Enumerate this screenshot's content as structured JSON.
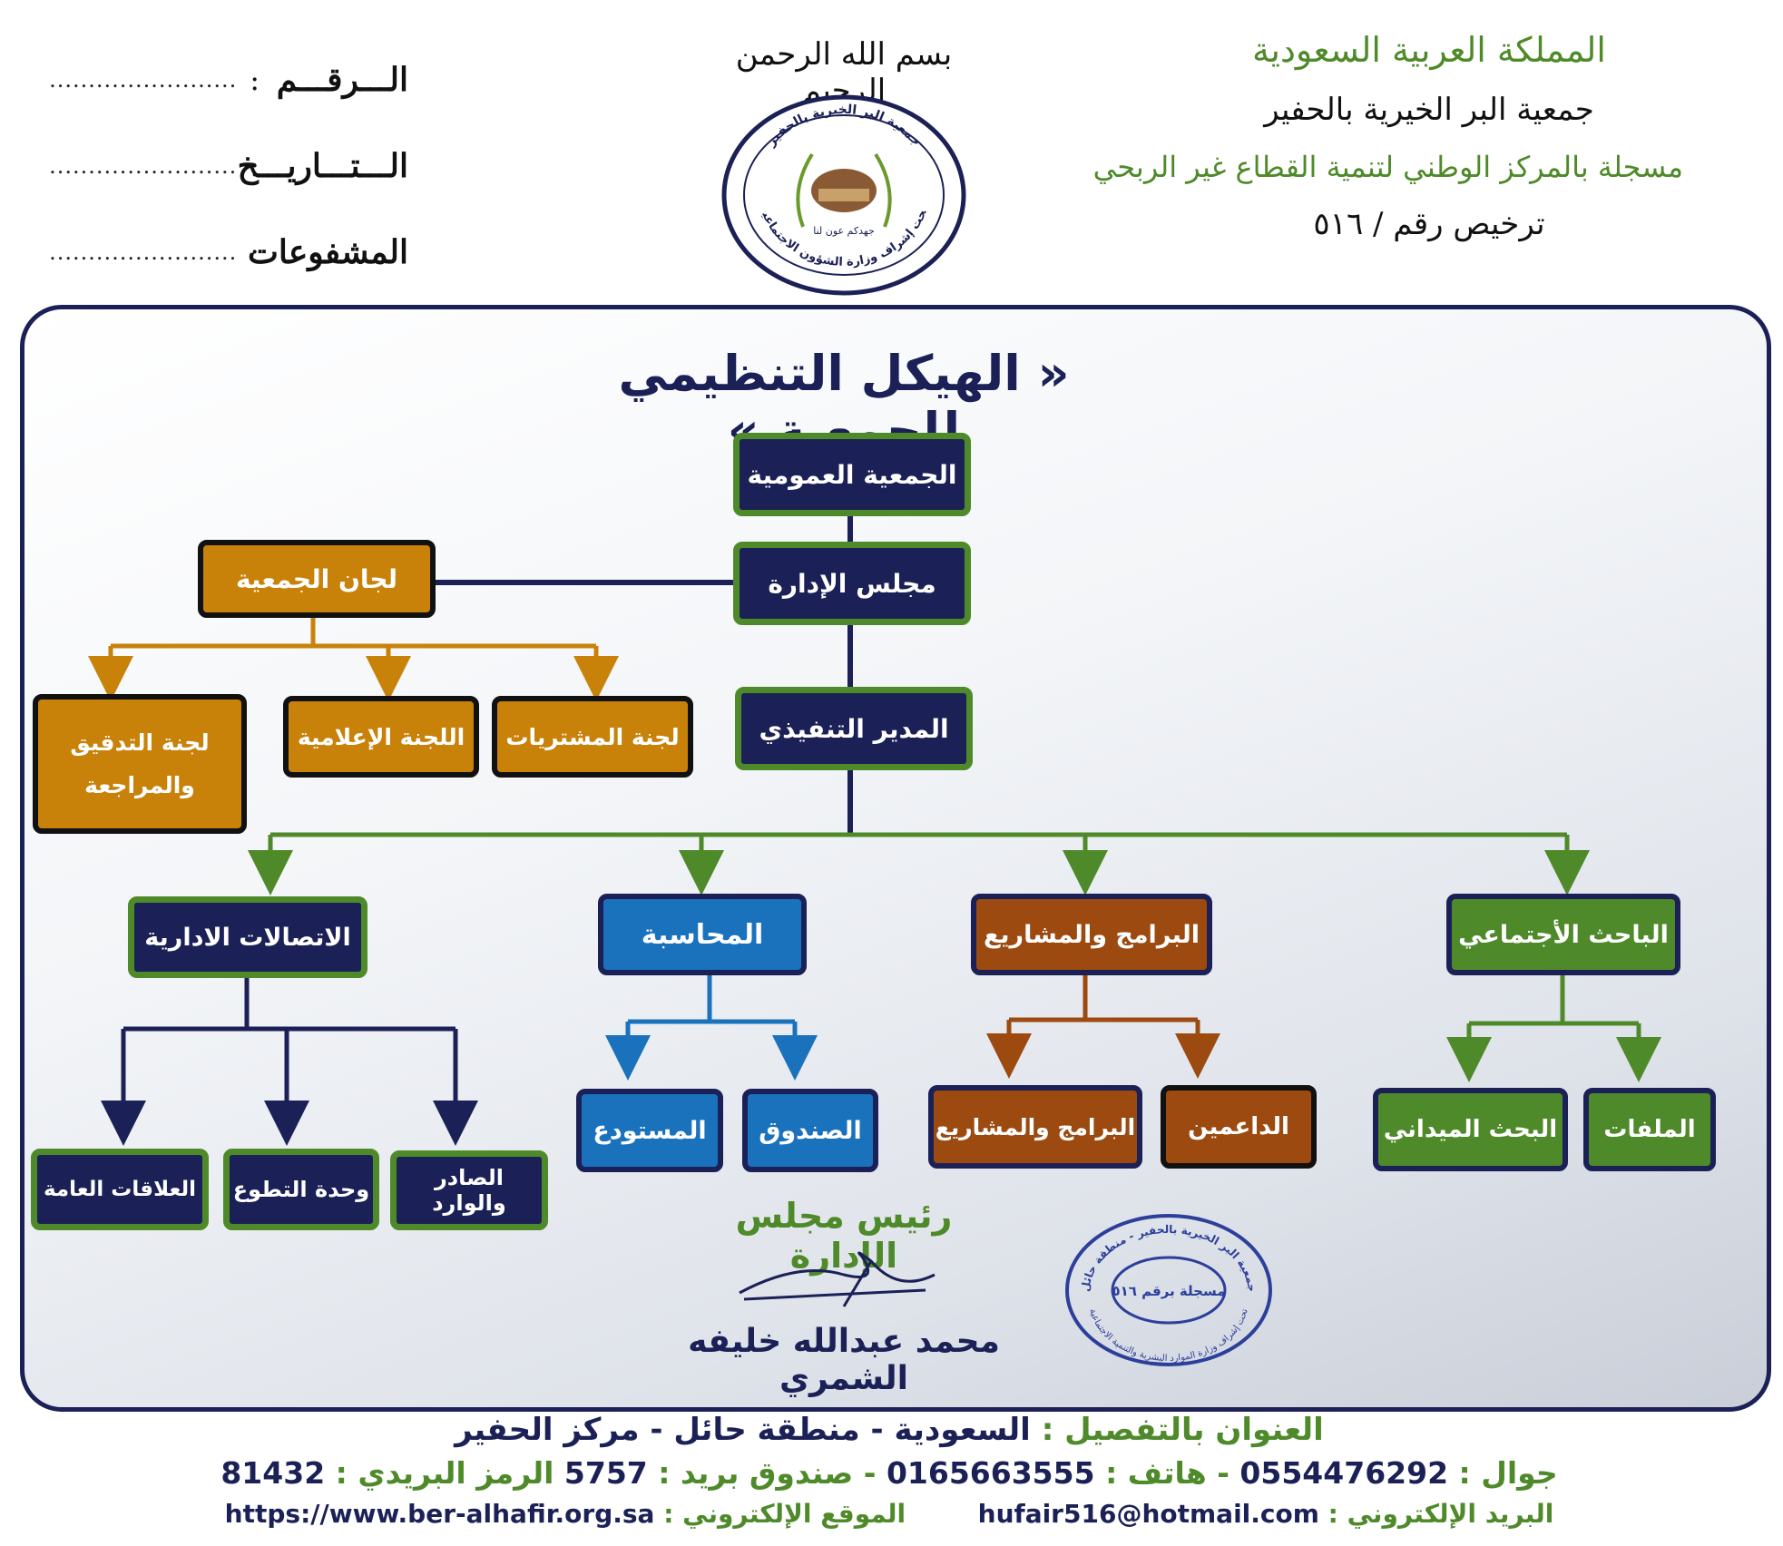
{
  "header": {
    "right": {
      "line1": "المملكة العربية السعودية",
      "line2": "جمعية البر الخيرية بالحفير",
      "line3": "مسجلة بالمركز الوطني لتنمية القطاع غير الربحي",
      "line4": "ترخيص رقم / ٥١٦"
    },
    "basmala": "بسم الله الرحمن الرحيم",
    "logo": {
      "top_text": "جمعية البر الخيرية بالحفير",
      "bottom_text": "تحت إشراف وزارة الشؤون الاجتماعية",
      "motto": "جهدكم عون لنا"
    },
    "left": {
      "number_label": "الـــرقـــم",
      "date_label": "الـــتـــاريـــخ",
      "attachments_label": "المشفوعات",
      "colon": ":",
      "dots": "........................"
    }
  },
  "chart": {
    "title": "« الهيكل التنظيمي للجمعية »",
    "general_assembly": "الجمعية العمومية",
    "board": "مجلس الإدارة",
    "committees": "لجان الجمعية",
    "committee_items": [
      "لجنة المشتريات",
      "اللجنة الإعلامية",
      "لجنة التدقيق والمراجعة"
    ],
    "executive_director": "المدير التنفيذي",
    "departments": {
      "social": "الباحث الأجتماعي",
      "programs": "البرامج والمشاريع",
      "accounting": "المحاسبة",
      "admin_comm": "الاتصالات الادارية"
    },
    "social_items": [
      "الملفات",
      "البحث الميداني"
    ],
    "programs_items": [
      "الداعمين",
      "البرامج والمشاريع"
    ],
    "accounting_items": [
      "الصندوق",
      "المستودع"
    ],
    "admin_items": [
      "الصادر والوارد",
      "وحدة التطوع",
      "العلاقات العامة"
    ]
  },
  "signature": {
    "title": "رئيس مجلس الإدارة",
    "name": "محمد عبدالله خليفه الشمري"
  },
  "stamp": {
    "outer_text": "جمعية البر الخيرية بالحفير - منطقة حائل",
    "inner_text": "مسجلة برقم ٥١٦",
    "bottom_text": "تحت إشراف وزارة الموارد البشرية والتنمية الاجتماعية"
  },
  "footer": {
    "address_label": "العنوان بالتفصيل :",
    "address": "السعودية - منطقة حائل - مركز الحفير",
    "mobile_label": "جوال :",
    "mobile": "0554476292",
    "phone_label": "- هاتف :",
    "phone": "0165663555",
    "pobox_label": "- صندوق بريد :",
    "pobox": "5757",
    "postal_label": "الرمز البريدي :",
    "postal": "81432",
    "email_label": "البريد الإلكتروني :",
    "email": "hufair516@hotmail.com",
    "website_label": "الموقع الإلكتروني :",
    "website": "https://www.ber-alhafir.org.sa"
  },
  "colors": {
    "navy": "#1b2156",
    "green": "#4f8a2a",
    "orange": "#c8820a",
    "blue": "#1a72bd",
    "brown": "#9c4a10"
  }
}
